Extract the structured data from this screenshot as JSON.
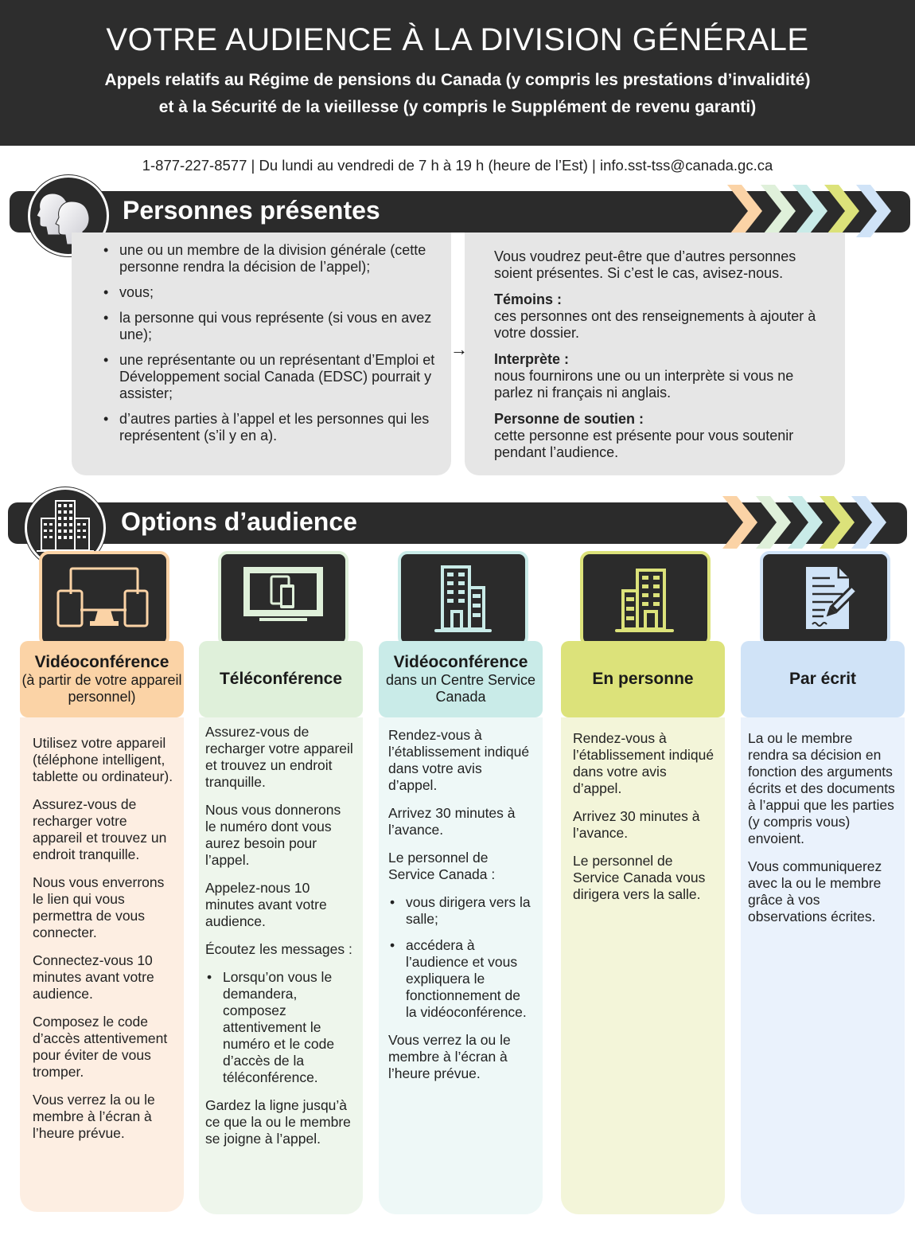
{
  "header": {
    "title": "VOTRE AUDIENCE À LA DIVISION GÉNÉRALE",
    "subtitle_line1": "Appels relatifs au Régime de pensions du Canada (y compris les prestations d’invalidité)",
    "subtitle_line2": "et à la Sécurité de la vieillesse (y compris le Supplément de revenu garanti)"
  },
  "contact": {
    "phone": "1-877-227-8577",
    "hours": "Du lundi au vendredi de 7 h à 19 h (heure de l’Est)",
    "email": "info.sst-tss@canada.gc.ca",
    "separator": " | "
  },
  "colors": {
    "dark": "#2b2b2b",
    "orange": "#fbd3a6",
    "green": "#dff0da",
    "teal": "#c9ebe8",
    "lime": "#dce27a",
    "blue": "#d0e3f7"
  },
  "personnes": {
    "title": "Personnes présentes",
    "icon": "people-heads-icon",
    "left_items": [
      "une ou un membre de la division générale (cette personne rendra la décision de l’appel);",
      "vous;",
      "la personne qui vous représente (si vous en avez une);",
      "une représentante ou un représentant d’Emploi et Développement social Canada (EDSC) pourrait y assister;",
      "d’autres parties à l’appel et les personnes qui les représentent (s’il y en a)."
    ],
    "right_intro": "Vous voudrez peut-être que d’autres personnes soient présentes. Si c’est le cas, avisez-nous.",
    "right_items": [
      {
        "label": "Témoins :",
        "text": "ces personnes ont des renseignements à ajouter à votre dossier."
      },
      {
        "label": "Interprète :",
        "text": "nous fournirons une ou un interprète si vous ne parlez ni français ni anglais."
      },
      {
        "label": "Personne de soutien :",
        "text": "cette personne est présente pour vous soutenir pendant l’audience."
      }
    ],
    "arrow": "→"
  },
  "options": {
    "title": "Options d’audience",
    "icon": "office-building-icon",
    "cards": [
      {
        "title": "Vidéoconférence",
        "subtitle": "(à partir de votre appareil personnel)",
        "icon": "devices-icon",
        "paragraphs": [
          "Utilisez votre appareil (téléphone intelligent, tablette ou ordinateur).",
          "Assurez-vous de recharger votre appareil et trouvez un endroit tranquille.",
          "Nous vous enverrons le lien qui vous permettra de vous connecter.",
          "Connectez-vous 10 minutes avant votre audience.",
          "Composez le code d’accès attentivement pour éviter de vous tromper.",
          "Vous verrez la ou le membre à l’écran à l’heure prévue."
        ]
      },
      {
        "title": "Téléconférence",
        "subtitle": "",
        "icon": "monitor-phone-icon",
        "paragraphs": [
          "Assurez-vous de recharger votre appareil et trouvez un endroit tranquille.",
          "Nous vous donnerons le numéro dont vous aurez besoin pour l’appel.",
          "Appelez-nous 10 minutes avant votre audience.",
          "Écoutez les messages :"
        ],
        "bullets": [
          "Lorsqu’on vous le demandera, composez attentivement le numéro et le code d’accès de la téléconférence."
        ],
        "closing": "Gardez la ligne jusqu’à ce que la ou le membre se joigne à l’appel."
      },
      {
        "title": "Vidéoconférence",
        "subtitle": "dans un Centre Service Canada",
        "icon": "building-icon",
        "paragraphs": [
          "Rendez-vous à l’établissement indiqué dans votre avis d’appel.",
          "Arrivez 30 minutes à l’avance.",
          "Le personnel de Service Canada :"
        ],
        "bullets": [
          "vous dirigera vers la salle;",
          "accédera à l’audience et vous expliquera le fonctionnement de la vidéoconférence."
        ],
        "closing": "Vous verrez la ou le membre à l’écran à l’heure prévue."
      },
      {
        "title": "En personne",
        "subtitle": "",
        "icon": "building-icon",
        "paragraphs": [
          "Rendez-vous à l’établissement indiqué dans votre avis d’appel.",
          "Arrivez 30 minutes à l’avance.",
          "Le personnel de Service Canada vous dirigera vers la salle."
        ]
      },
      {
        "title": "Par écrit",
        "subtitle": "",
        "icon": "document-pencil-icon",
        "paragraphs": [
          "La ou le membre rendra sa décision en fonction des arguments écrits et des documents à l’appui que les parties (y compris vous) envoient.",
          "Vous communiquerez avec la ou le membre grâce à vos observations écrites."
        ]
      }
    ]
  }
}
